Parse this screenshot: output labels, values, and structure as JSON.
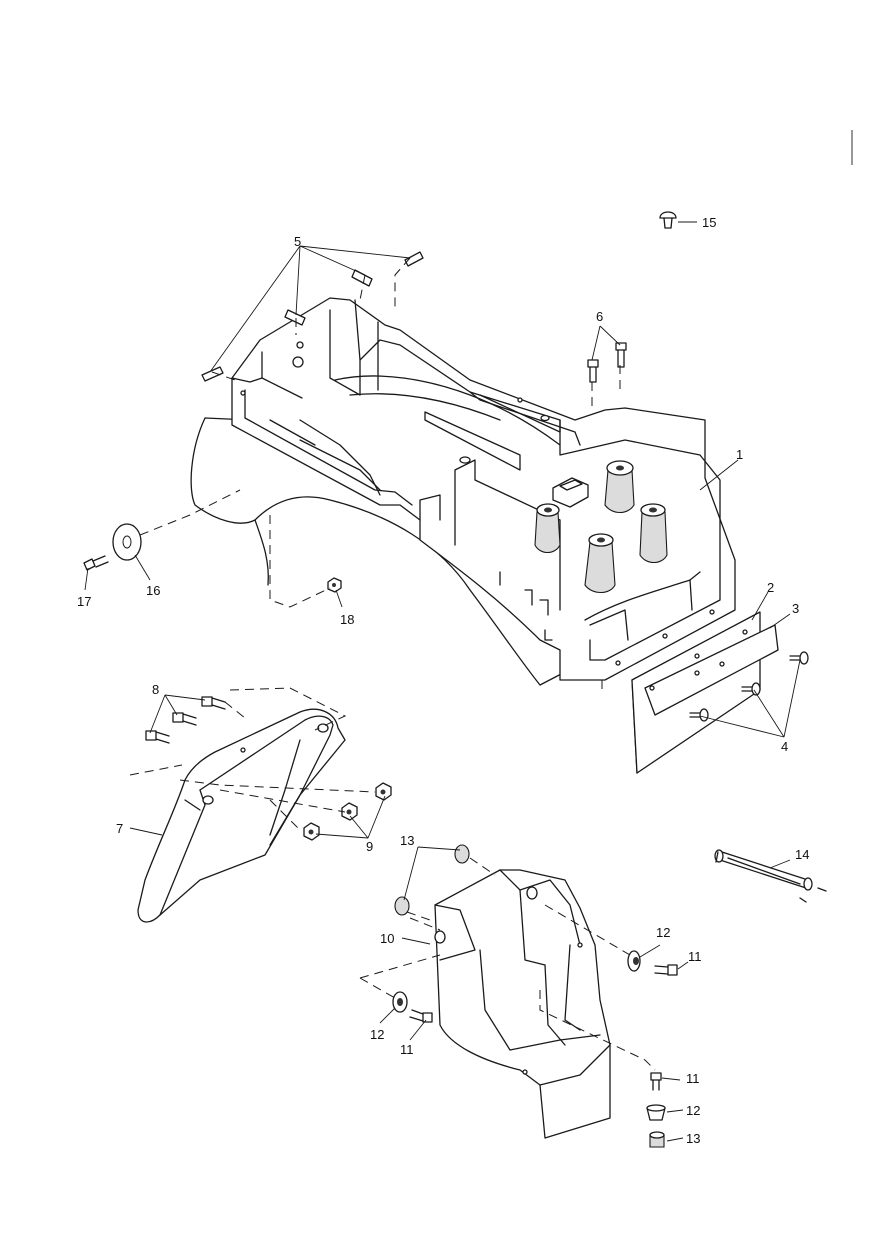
{
  "callouts": {
    "c1": "1",
    "c2": "2",
    "c3": "3",
    "c4": "4",
    "c5": "5",
    "c6": "6",
    "c7": "7",
    "c8": "8",
    "c9": "9",
    "c10": "10",
    "c11a": "11",
    "c11b": "11",
    "c11c": "11",
    "c12a": "12",
    "c12b": "12",
    "c12c": "12",
    "c13a": "13",
    "c13b": "13",
    "c14": "14",
    "c15": "15",
    "c16": "16",
    "c17": "17",
    "c18": "18"
  }
}
